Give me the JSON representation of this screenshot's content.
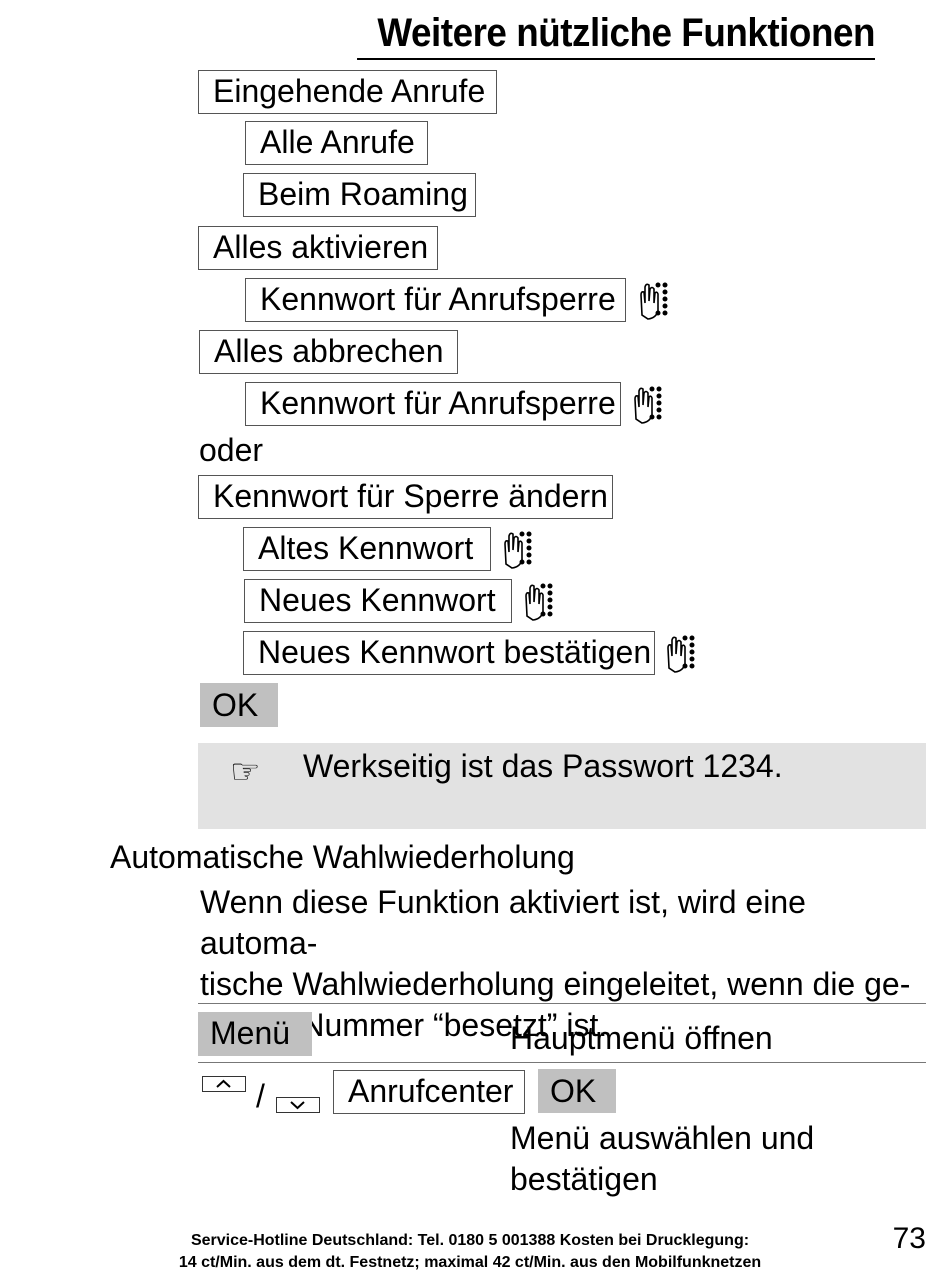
{
  "header": {
    "title": "Weitere nützliche Funktionen"
  },
  "menu": {
    "incoming": "Eingehende Anrufe",
    "all_calls": "Alle Anrufe",
    "roaming": "Beim Roaming",
    "activate_all": "Alles aktivieren",
    "password_1": "Kennwort für Anrufsperre",
    "cancel_all": "Alles abbrechen",
    "password_2": "Kennwort für Anrufsperre",
    "or": "oder",
    "change_password": "Kennwort für Sperre ändern",
    "old_password": "Altes Kennwort",
    "new_password": "Neues Kennwort",
    "confirm_password": "Neues Kennwort bestätigen",
    "ok": "OK"
  },
  "note": {
    "text": "Werkseitig ist das Passwort 1234."
  },
  "auto_redial": {
    "heading": "Automatische Wahlwiederholung",
    "paragraph_lines": [
      "Wenn diese Funktion aktiviert ist, wird eine automa-",
      "tische Wahlwiederholung eingeleitet, wenn die ge-",
      "wählte Nummer “besetzt” ist."
    ],
    "menu_button": "Menü",
    "menu_desc": "Hauptmenü öffnen",
    "separator": "/",
    "call_center": "Anrufcenter",
    "ok": "OK",
    "select_desc_1": "Menü auswählen und",
    "select_desc_2": "bestätigen"
  },
  "footer": {
    "line1": "Service-Hotline Deutschland: Tel. 0180 5 001388 Kosten bei Drucklegung:",
    "line2": "14 ct/Min. aus dem dt. Festnetz; maximal 42 ct/Min. aus den Mobilfunknetzen"
  },
  "page_number": "73",
  "icons": {
    "keypad": "keypad-hand-icon",
    "pointing_hand": "pointing-hand-icon",
    "up": "arrow-up-icon",
    "down": "arrow-down-icon"
  }
}
